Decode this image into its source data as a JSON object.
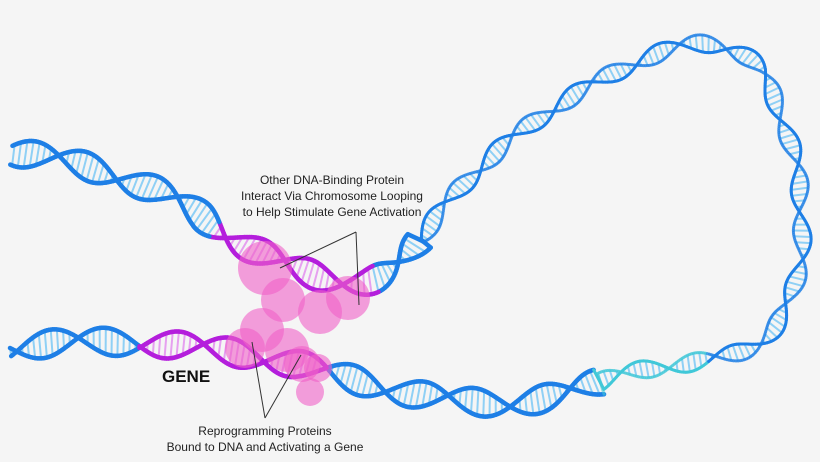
{
  "labels": {
    "top_callout": [
      "Other DNA-Binding Protein",
      "Interact Via Chromosome Looping",
      "to Help Stimulate Gene Activation"
    ],
    "bottom_callout": [
      "Reprogramming Proteins",
      "Bound to DNA and Activating a Gene"
    ],
    "gene": "GENE"
  },
  "colors": {
    "dna_strand": "#1e7fe6",
    "dna_rungs": "#8fd0f5",
    "gene_region": "#b41edc",
    "proteins": "#f060c8",
    "loop_accent": "#40c8d8"
  }
}
